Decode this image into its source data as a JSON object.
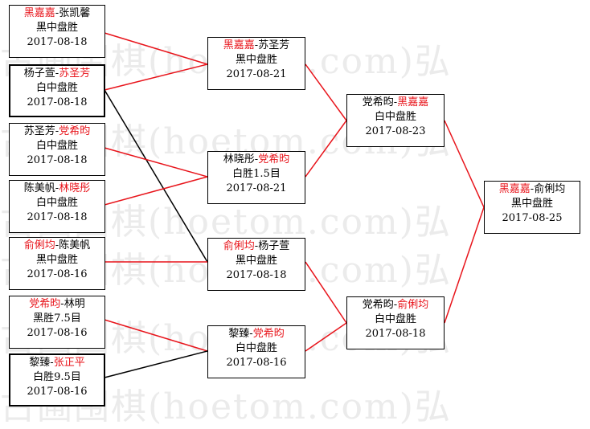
{
  "watermark": "古圃围棋(hoetom.com)弘",
  "colors": {
    "winner": "#e8141b",
    "line_red": "#e8141b",
    "line_black": "#000000"
  },
  "round1": [
    {
      "p1": "黑嘉嘉",
      "p2": "张凯馨",
      "winner": 1,
      "result": "黑中盘胜",
      "date": "2017-08-18"
    },
    {
      "p1": "杨子萱",
      "p2": "苏圣芳",
      "winner": 2,
      "result": "白中盘胜",
      "date": "2017-08-18"
    },
    {
      "p1": "苏圣芳",
      "p2": "党希昀",
      "winner": 2,
      "result": "白中盘胜",
      "date": "2017-08-18"
    },
    {
      "p1": "陈美帆",
      "p2": "林晓彤",
      "winner": 2,
      "result": "白中盘胜",
      "date": "2017-08-18"
    },
    {
      "p1": "俞俐均",
      "p2": "陈美帆",
      "winner": 1,
      "result": "黑中盘胜",
      "date": "2017-08-16"
    },
    {
      "p1": "党希昀",
      "p2": "林明",
      "winner": 1,
      "result": "黑胜7.5目",
      "date": "2017-08-16"
    },
    {
      "p1": "黎臻",
      "p2": "张正平",
      "winner": 2,
      "result": "白胜9.5目",
      "date": "2017-08-16"
    }
  ],
  "round2": [
    {
      "p1": "黑嘉嘉",
      "p2": "苏圣芳",
      "winner": 1,
      "result": "黑中盘胜",
      "date": "2017-08-21"
    },
    {
      "p1": "林晓彤",
      "p2": "党希昀",
      "winner": 2,
      "result": "白胜1.5目",
      "date": "2017-08-21"
    },
    {
      "p1": "俞俐均",
      "p2": "杨子萱",
      "winner": 1,
      "result": "黑中盘胜",
      "date": "2017-08-18"
    },
    {
      "p1": "黎臻",
      "p2": "党希昀",
      "winner": 2,
      "result": "白中盘胜",
      "date": "2017-08-16"
    }
  ],
  "round3": [
    {
      "p1": "党希昀",
      "p2": "黑嘉嘉",
      "winner": 2,
      "result": "白中盘胜",
      "date": "2017-08-23"
    },
    {
      "p1": "党希昀",
      "p2": "俞俐均",
      "winner": 2,
      "result": "白中盘胜",
      "date": "2017-08-18"
    }
  ],
  "final": {
    "p1": "黑嘉嘉",
    "p2": "俞俐均",
    "winner": 1,
    "result": "黑中盘胜",
    "date": "2017-08-25"
  }
}
